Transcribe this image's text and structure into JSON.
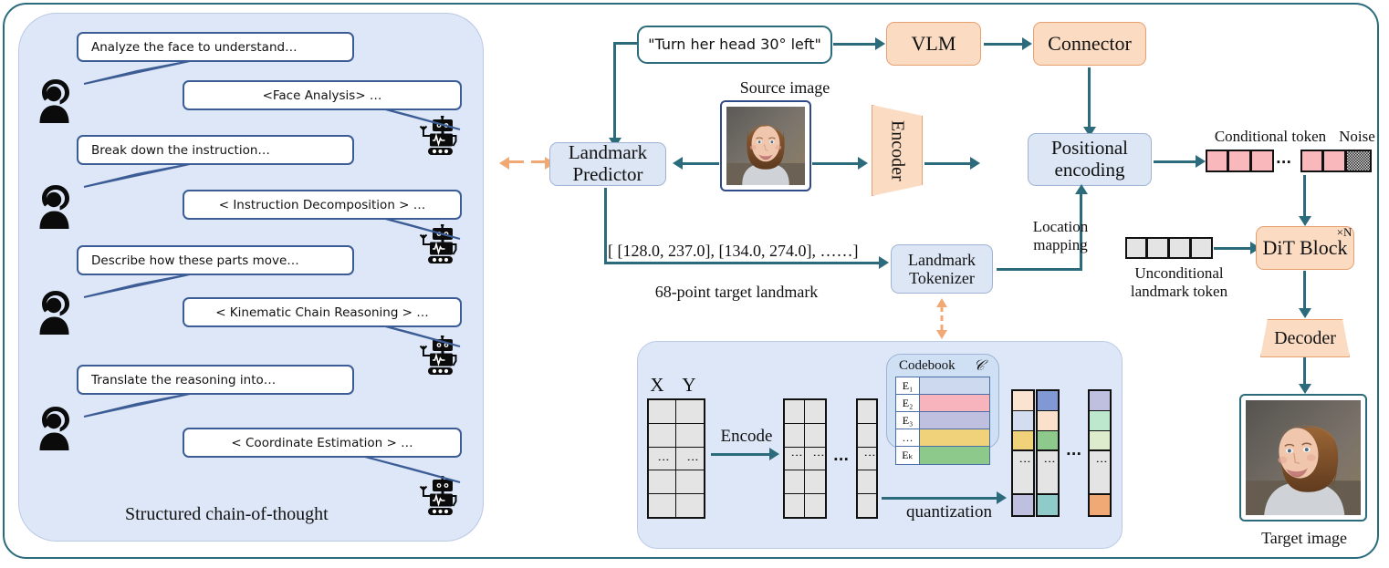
{
  "cot": {
    "caption": "Structured chain-of-thought",
    "turns": [
      {
        "user": "Analyze the face to understand…",
        "bot": "<Face Analysis> …"
      },
      {
        "user": "Break down the instruction…",
        "bot": "< Instruction Decomposition > …"
      },
      {
        "user": "Describe how these parts move…",
        "bot": "< Kinematic Chain Reasoning > …"
      },
      {
        "user": "Translate the reasoning into…",
        "bot": "< Coordinate Estimation > …"
      }
    ],
    "icons": {
      "user": "user-headset-icon",
      "bot": "robot-icon"
    }
  },
  "pipeline": {
    "instruction": "\"Turn her head 30° left\"",
    "vlm": "VLM",
    "connector": "Connector",
    "landmark_predictor": "Landmark\nPredictor",
    "landmark_predictor_l1": "Landmark",
    "landmark_predictor_l2": "Predictor",
    "source_image_caption": "Source image",
    "encoder": "Encoder",
    "positional_encoding_l1": "Positional",
    "positional_encoding_l2": "encoding",
    "coords": "[ [128.0, 237.0], [134.0, 274.0], ……]",
    "coords_caption": "68-point target landmark",
    "landmark_tokenizer_l1": "Landmark",
    "landmark_tokenizer_l2": "Tokenizer",
    "location_mapping_l1": "Location",
    "location_mapping_l2": "mapping",
    "conditional_token_label": "Conditional token",
    "noise_label": "Noise",
    "uncond_label_l1": "Unconditional",
    "uncond_label_l2": "landmark token",
    "dit_block": "DiT Block",
    "dit_repeat": "×N",
    "decoder": "Decoder",
    "target_image_caption": "Target image",
    "ellipsis": "···"
  },
  "tokenizer_panel": {
    "col_x": "X",
    "col_y": "Y",
    "encode": "Encode",
    "quantization": "quantization",
    "ellipsis": "···",
    "vdots": "⋮",
    "codebook_title": "Codebook",
    "codebook_symbol": "𝒞",
    "codebook_rows": [
      {
        "key": "E₁",
        "color": "#ccd9ef"
      },
      {
        "key": "E₂",
        "color": "#f8b4bc"
      },
      {
        "key": "E₃",
        "color": "#bfbfe0"
      },
      {
        "key": "…",
        "color": "#efd27a"
      },
      {
        "key": "Eₖ",
        "color": "#8dc98a"
      }
    ],
    "quant_cols": [
      {
        "top": [
          "#fbe3d2",
          "#d4dcf0",
          "#efd27a"
        ],
        "bottom": "#bfbfe0"
      },
      {
        "top": [
          "#8099d4",
          "#fbe0cb",
          "#8dc98a"
        ],
        "bottom": "#8fcbc8"
      },
      {
        "top": [
          "#bfbfe0",
          "#bde8cd",
          "#ddeccd"
        ],
        "bottom": "#f0a875"
      }
    ]
  },
  "colors": {
    "frame": "#2b6b7b",
    "panel_blue": "#dde7f7",
    "box_orange": "#fbdcc3",
    "box_orange_border": "#e8a071",
    "box_blue": "#dce6f5",
    "arrow": "#2b6b7b",
    "arrow_orange": "#f0a875",
    "token_pink": "#f9b8bc",
    "token_gray": "#e4e4e4",
    "bubble_border": "#3c5c96"
  }
}
